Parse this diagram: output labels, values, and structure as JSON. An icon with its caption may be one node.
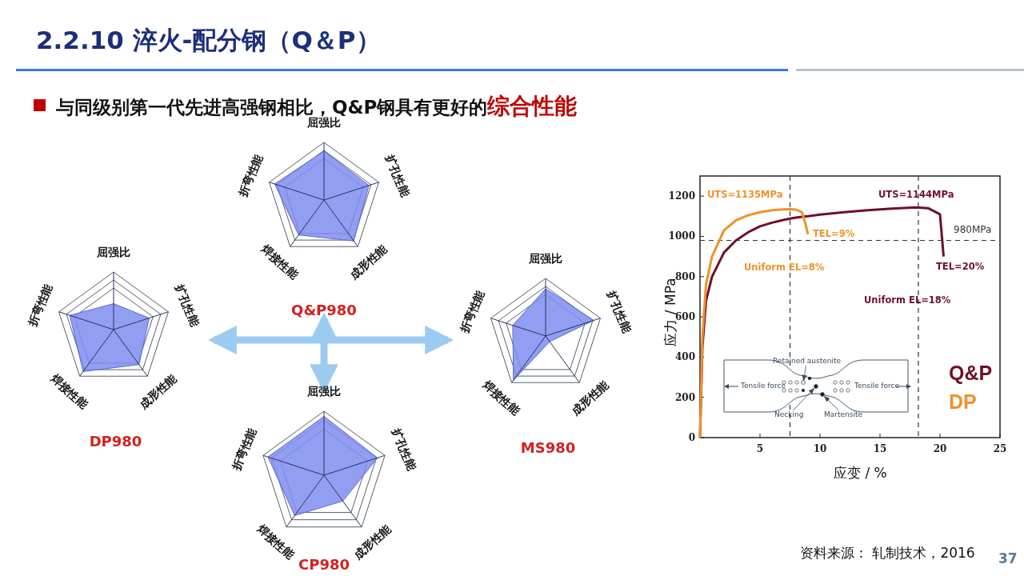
{
  "diagram": {
    "title": "2.2.10 淬火-配分钢（Q＆P）",
    "nodes": [
      {
        "text": [
          "Q&P980"
        ],
        "beside": [
          "屈强比",
          "扩孔性能",
          "成形性能",
          "焊接性能",
          "折弯性能"
        ]
      },
      {
        "text": [
          "DP980"
        ],
        "beside": [
          "屈强比",
          "扩孔性能",
          "成形性能",
          "焊接性能",
          "折弯性能"
        ]
      },
      {
        "text": [
          "MS980"
        ],
        "beside": [
          "屈强比",
          "扩孔性能",
          "成形性能",
          "焊接性能",
          "折弯性能"
        ]
      },
      {
        "text": [
          "CP980"
        ],
        "beside": [
          "屈强比",
          "扩孔性能",
          "成形性能",
          "焊接性能",
          "折弯性能"
        ]
      },
      {
        "text": [
          "Retained austenite"
        ]
      },
      {
        "text": [
          "Necking"
        ]
      },
      {
        "text": [
          "Martensite"
        ]
      },
      {
        "text": [],
        "shape": "circle"
      },
      {
        "text": [],
        "shape": "circle"
      },
      {
        "text": [],
        "shape": "circle"
      }
    ],
    "edges": [
      {
        "from": null,
        "to": 0,
        "arrow": "to"
      },
      {
        "from": null,
        "to": 1,
        "arrow": "to"
      },
      {
        "from": null,
        "to": 2,
        "arrow": "to"
      },
      {
        "from": null,
        "to": 3,
        "arrow": "to"
      },
      {
        "from": 4,
        "to": 7,
        "arrow": "to",
        "color": "#3a4a5a"
      },
      {
        "from": 5,
        "to": 8,
        "arrow": "to",
        "color": "#3a4a5a"
      },
      {
        "from": 6,
        "to": 9,
        "arrow": "to",
        "color": "#3a4a5a"
      }
    ],
    "labels": [
      "与同级别第一代先进高强钢相比，Q&P钢具有更好的**综合性能**",
      "Tensile force",
      "Tensile force",
      "资料来源：  轧制技术，2016",
      "37"
    ],
    "chart_data": {
      "type": "line",
      "xlabel": "应变 / %",
      "ylabel": "应力 / MPa",
      "x": [
        0,
        0.2,
        0.5,
        1,
        2,
        3,
        4,
        5,
        6,
        7,
        7.5,
        8,
        8.5,
        8.8,
        9,
        10,
        12,
        14,
        16,
        18,
        19,
        20,
        20.3
      ],
      "series": [
        {
          "name": "Q&P",
          "color": "#6e1028",
          "values": [
            0,
            450,
            680,
            800,
            920,
            980,
            1020,
            1050,
            1068,
            1082,
            1088,
            1093,
            1097,
            1099,
            1100,
            1108,
            1120,
            1130,
            1138,
            1144,
            1140,
            1110,
            900
          ]
        },
        {
          "name": "DP",
          "color": "#f0922a",
          "values": [
            0,
            500,
            760,
            900,
            1030,
            1080,
            1105,
            1120,
            1130,
            1134,
            1135,
            1133,
            1120,
            1060,
            1010,
            null,
            null,
            null,
            null,
            null,
            null,
            null,
            null
          ]
        }
      ],
      "xlim": [
        0,
        25
      ],
      "ylim": [
        0,
        1300
      ],
      "xticks": [
        5,
        10,
        15,
        20,
        25
      ],
      "yticks": [
        0,
        200,
        400,
        600,
        800,
        1000,
        1200
      ],
      "annotations": [
        "UTS=1135MPa",
        "UTS=1144MPa",
        "980MPa",
        "TEL=9%",
        "TEL=20%",
        "Uniform EL=8%",
        "Uniform EL=18%"
      ]
    }
  }
}
